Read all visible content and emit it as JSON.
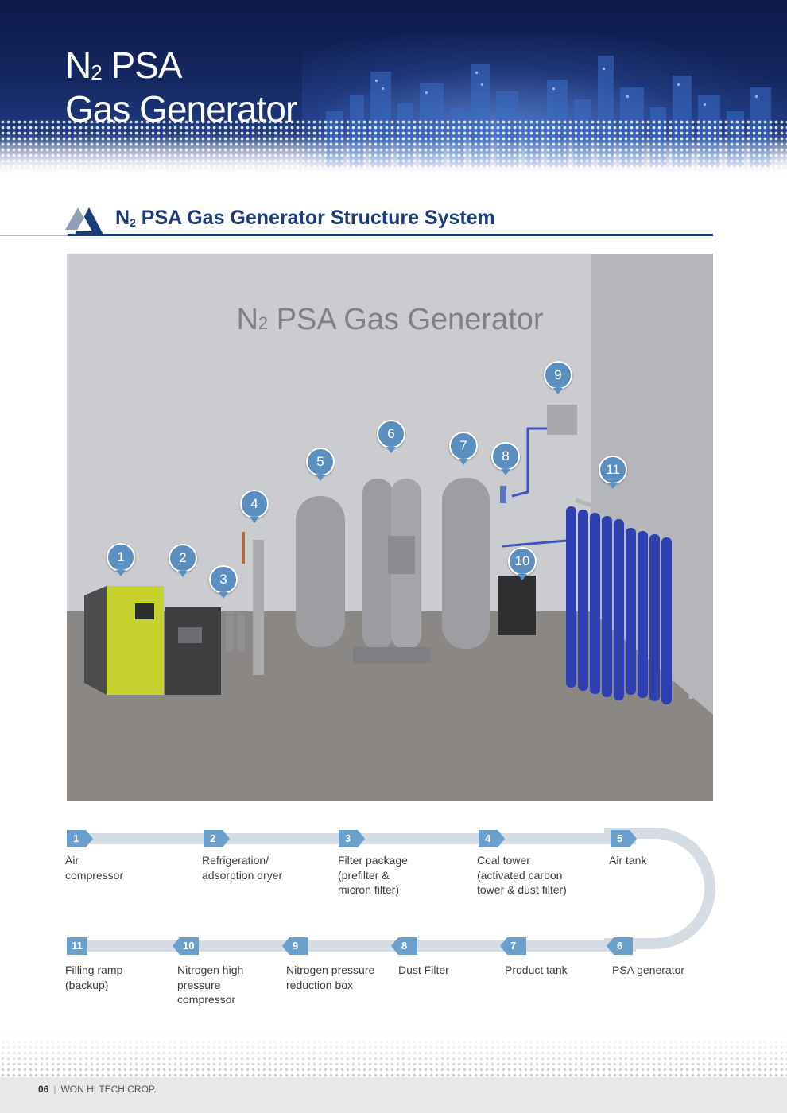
{
  "header": {
    "title_n": "N",
    "title_sub": "2",
    "title_line1_rest": " PSA",
    "title_line2": "Gas Generator"
  },
  "section": {
    "title_n": "N",
    "title_sub": "2",
    "title_rest": " PSA Gas Generator Structure System"
  },
  "illustration": {
    "title_n": "N",
    "title_sub": "2",
    "title_rest": " PSA Gas Generator",
    "markers": [
      "1",
      "2",
      "3",
      "4",
      "5",
      "6",
      "7",
      "8",
      "9",
      "10",
      "11"
    ]
  },
  "process": {
    "top_row": [
      {
        "num": "1",
        "label": "Air\ncompressor"
      },
      {
        "num": "2",
        "label": "Refrigeration/\nadsorption dryer"
      },
      {
        "num": "3",
        "label": "Filter package\n(prefilter &\nmicron filter)"
      },
      {
        "num": "4",
        "label": "Coal tower\n(activated carbon\ntower & dust filter)"
      },
      {
        "num": "5",
        "label": "Air tank"
      }
    ],
    "bottom_row": [
      {
        "num": "11",
        "label": "Filling ramp\n(backup)"
      },
      {
        "num": "10",
        "label": "Nitrogen high\npressure\ncompressor"
      },
      {
        "num": "9",
        "label": "Nitrogen pressure\nreduction box"
      },
      {
        "num": "8",
        "label": "Dust Filter"
      },
      {
        "num": "7",
        "label": "Product tank"
      },
      {
        "num": "6",
        "label": "PSA generator"
      }
    ]
  },
  "footer": {
    "page": "06",
    "company": "WON HI TECH CROP."
  }
}
